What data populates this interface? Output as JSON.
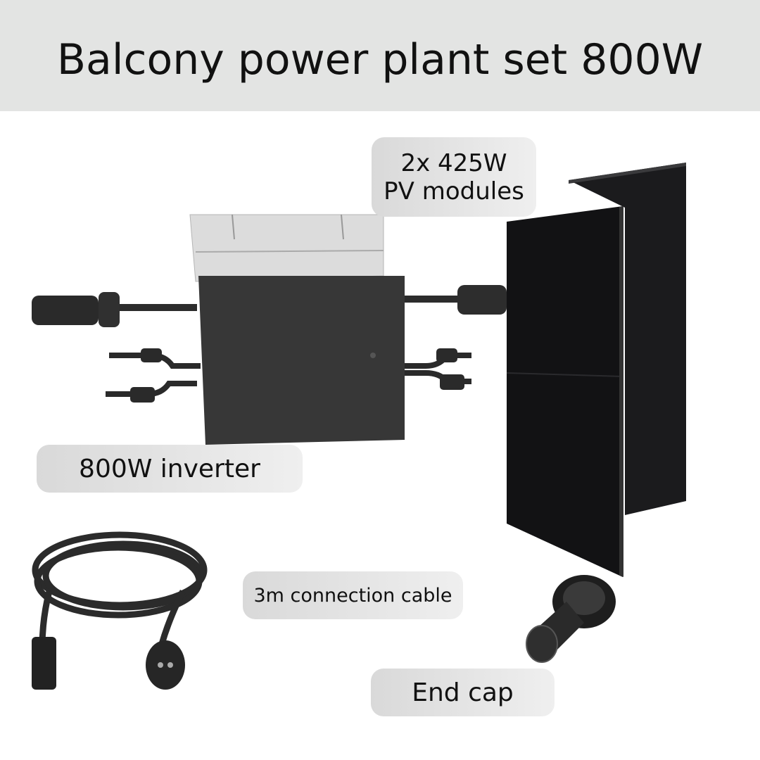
{
  "header": {
    "title": "Balcony power plant set 800W"
  },
  "labels": {
    "pv_modules_line1": "2x 425W",
    "pv_modules_line2": "PV modules",
    "inverter": "800W inverter",
    "cable": "3m connection cable",
    "end_cap": "End cap"
  }
}
